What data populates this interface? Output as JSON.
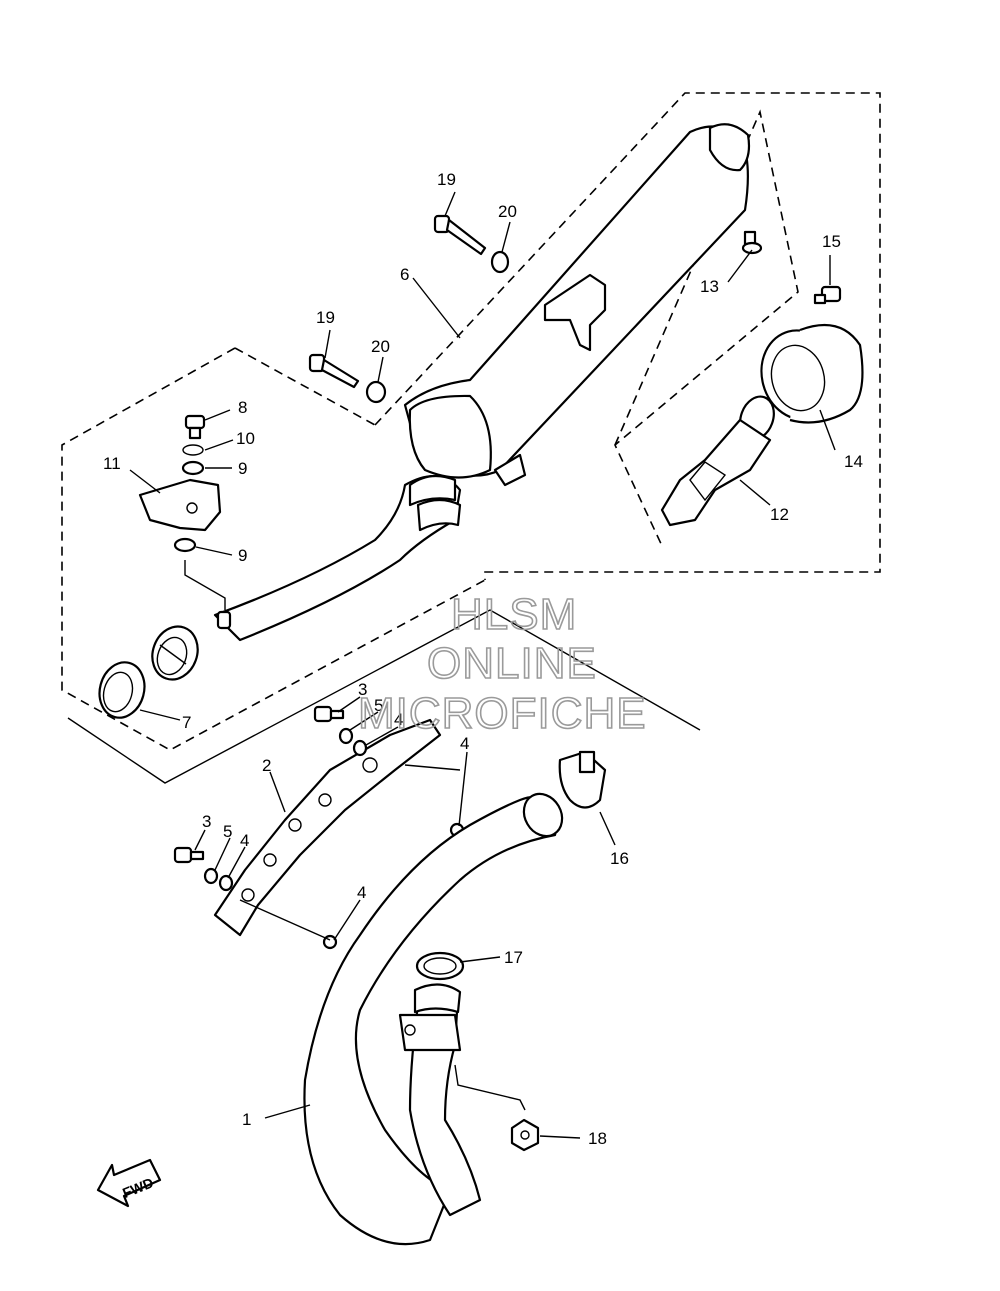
{
  "watermark": {
    "line1": "HLSM",
    "line2": "ONLINE",
    "line3": "MICROFICHE"
  },
  "direction_label": "FWD",
  "callouts": {
    "c1": "1",
    "c2": "2",
    "c3a": "3",
    "c3b": "3",
    "c4a": "4",
    "c4b": "4",
    "c4c": "4",
    "c4d": "4",
    "c5a": "5",
    "c5b": "5",
    "c6": "6",
    "c7": "7",
    "c8": "8",
    "c9a": "9",
    "c9b": "9",
    "c10": "10",
    "c11": "11",
    "c12": "12",
    "c13": "13",
    "c14": "14",
    "c15": "15",
    "c16": "16",
    "c17": "17",
    "c18": "18",
    "c19a": "19",
    "c19b": "19",
    "c20a": "20",
    "c20b": "20"
  }
}
